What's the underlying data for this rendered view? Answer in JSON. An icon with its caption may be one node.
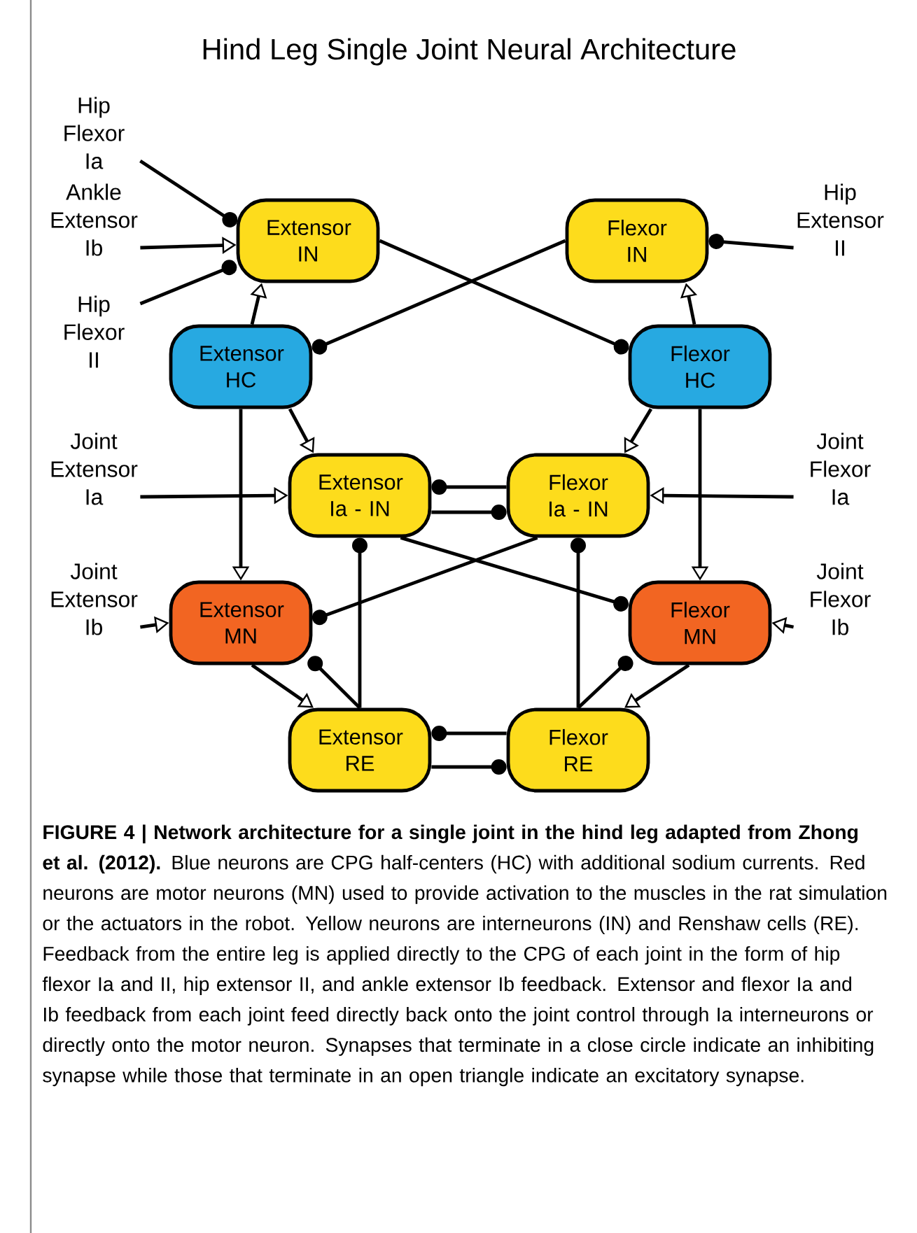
{
  "diagram": {
    "title": "Hind Leg Single Joint Neural Architecture",
    "caption": "**FIGURE 4 | Network architecture for a single joint in the hind leg adapted from Zhong et al. (2012).** Blue neurons are CPG half-centers (HC) with additional sodium currents. Red neurons are motor neurons (MN) used to provide activation to the muscles in the rat simulation or the actuators in the robot. Yellow neurons are interneurons (IN) and Renshaw cells (RE). Feedback from the entire leg is applied directly to the CPG of each joint in the form of hip flexor Ia and II, hip extensor II, and ankle extensor Ib feedback. Extensor and flexor Ia and Ib feedback from each joint feed directly back onto the joint control through Ia interneurons or directly onto the motor neuron. Synapses that terminate in a close circle indicate an inhibiting synapse while those that terminate in an open triangle indicate an excitatory synapse.",
    "nodes": [
      {
        "text": [
          "Extensor IN"
        ]
      },
      {
        "text": [
          "Flexor IN"
        ]
      },
      {
        "text": [
          "Extensor HC"
        ]
      },
      {
        "text": [
          "Flexor HC"
        ]
      },
      {
        "text": [
          "Extensor Ia - IN"
        ]
      },
      {
        "text": [
          "Flexor Ia - IN"
        ]
      },
      {
        "text": [
          "Extensor MN"
        ]
      },
      {
        "text": [
          "Flexor MN"
        ]
      },
      {
        "text": [
          "Extensor RE"
        ]
      },
      {
        "text": [
          "Flexor RE"
        ]
      },
      {
        "text": [
          "Hip Flexor Ia"
        ]
      },
      {
        "text": [
          "Ankle Extensor Ib"
        ]
      },
      {
        "text": [
          "Hip Flexor II"
        ]
      },
      {
        "text": [
          "Hip Extensor II"
        ]
      },
      {
        "text": [
          "Joint Extensor Ia"
        ]
      },
      {
        "text": [
          "Joint Flexor Ia"
        ]
      },
      {
        "text": [
          "Joint Extensor Ib"
        ]
      },
      {
        "text": [
          "Joint Flexor Ib"
        ]
      }
    ],
    "edges": [
      {
        "from": 10,
        "to": 0,
        "arrow": "other"
      },
      {
        "from": 11,
        "to": 0,
        "arrow": "to"
      },
      {
        "from": 12,
        "to": 0,
        "arrow": "other"
      },
      {
        "from": 13,
        "to": 1,
        "arrow": "other"
      },
      {
        "from": 2,
        "to": 0,
        "arrow": "to"
      },
      {
        "from": 3,
        "to": 1,
        "arrow": "to"
      },
      {
        "from": 0,
        "to": 3,
        "arrow": "other"
      },
      {
        "from": 1,
        "to": 2,
        "arrow": "other"
      },
      {
        "from": 2,
        "to": 4,
        "arrow": "to"
      },
      {
        "from": 3,
        "to": 5,
        "arrow": "to"
      },
      {
        "from": 2,
        "to": 6,
        "arrow": "to"
      },
      {
        "from": 3,
        "to": 7,
        "arrow": "to"
      },
      {
        "from": 14,
        "to": 4,
        "arrow": "to"
      },
      {
        "from": 15,
        "to": 5,
        "arrow": "to"
      },
      {
        "from": 16,
        "to": 6,
        "arrow": "to"
      },
      {
        "from": 17,
        "to": 7,
        "arrow": "to"
      },
      {
        "from": 5,
        "to": 4,
        "arrow": "other"
      },
      {
        "from": 4,
        "to": 5,
        "arrow": "other"
      },
      {
        "from": 4,
        "to": 7,
        "arrow": "other"
      },
      {
        "from": 5,
        "to": 6,
        "arrow": "other"
      },
      {
        "from": 8,
        "to": 4,
        "arrow": "other"
      },
      {
        "from": 9,
        "to": 5,
        "arrow": "other"
      },
      {
        "from": 8,
        "to": 6,
        "arrow": "other"
      },
      {
        "from": 9,
        "to": 7,
        "arrow": "other"
      },
      {
        "from": 6,
        "to": 8,
        "arrow": "to"
      },
      {
        "from": 7,
        "to": 9,
        "arrow": "to"
      },
      {
        "from": 9,
        "to": 8,
        "arrow": "other"
      },
      {
        "from": 8,
        "to": 9,
        "arrow": "other"
      }
    ]
  }
}
